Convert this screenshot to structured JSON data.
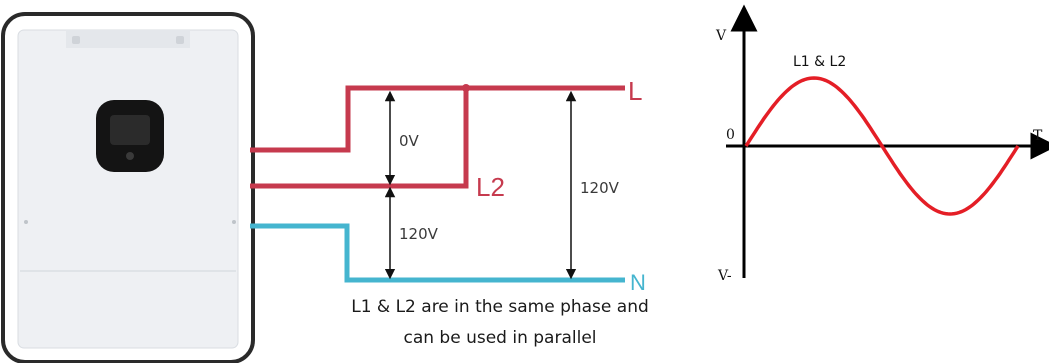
{
  "colors": {
    "line_red": "#c63a4e",
    "neutral_blue": "#45b5cf",
    "wave_red": "#e41e26",
    "inverter_body": "#eef0f3",
    "inverter_border": "#2a2a2a",
    "display_black": "#141414"
  },
  "wiring": {
    "label_L": "L",
    "label_L2": "L2",
    "label_N": "N",
    "voltage_L_L2": "0V",
    "voltage_L2_N": "120V",
    "voltage_L_N": "120V"
  },
  "caption": {
    "line1": "L1 & L2 are in the same phase and",
    "line2": "can be used in parallel"
  },
  "waveform": {
    "y_axis_top_label": "V",
    "y_axis_bottom_label": "V-",
    "origin_label": "0",
    "x_axis_label": "T",
    "curve_label": "L1 & L2"
  }
}
